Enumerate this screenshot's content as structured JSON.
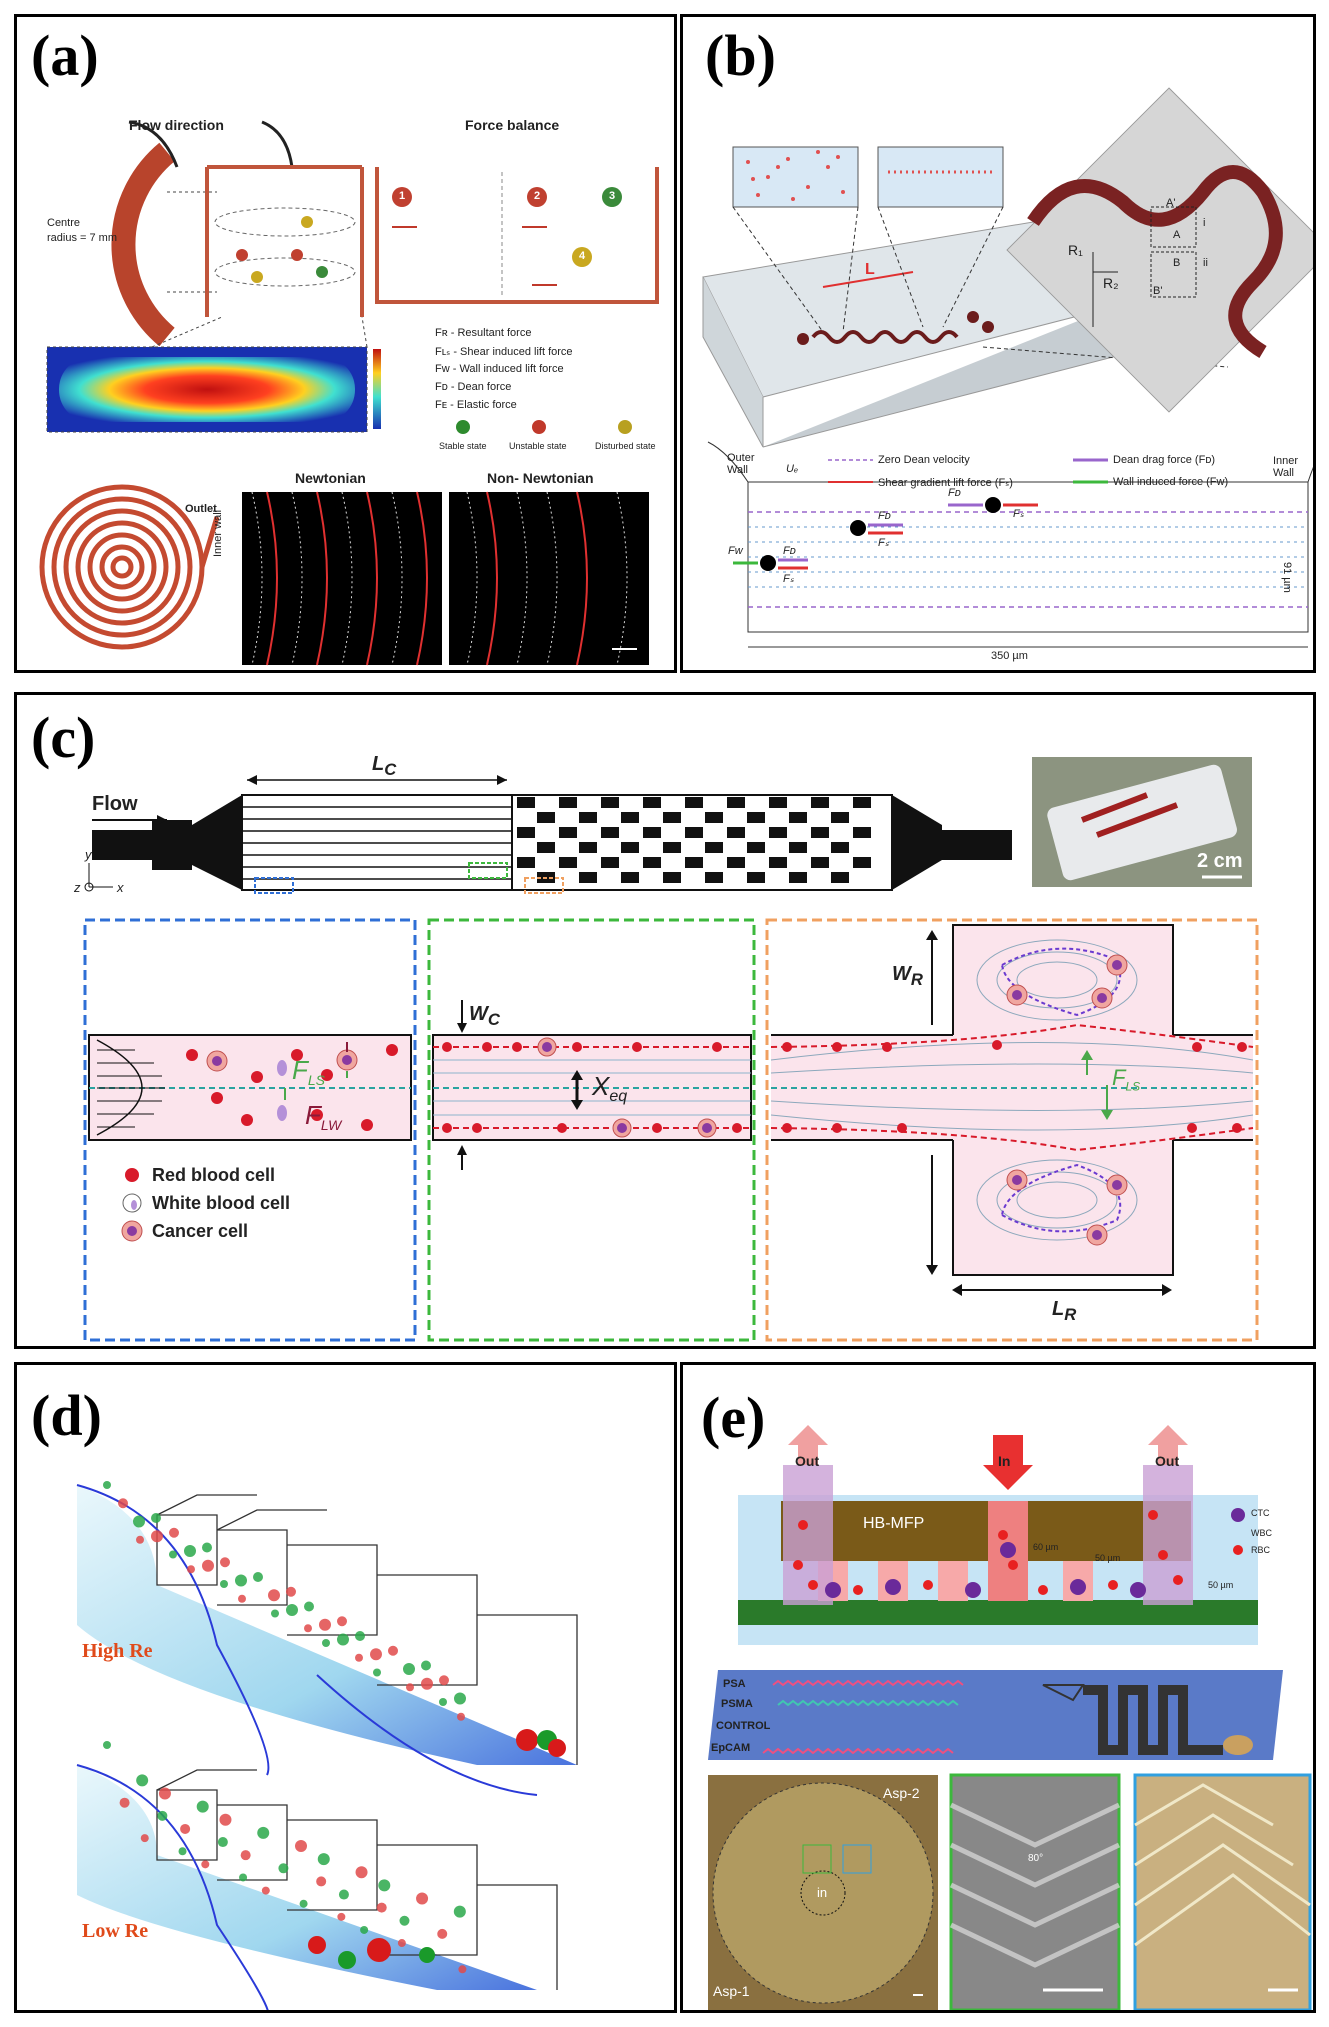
{
  "panels": {
    "a": {
      "label": "(a)",
      "flow_direction": "Flow direction",
      "force_balance": "Force balance",
      "centre_label": "Centre",
      "radius_label": "radius = 7 mm",
      "legend": [
        "Fʀ - Resultant force",
        "Fʟₛ - Shear induced lift force",
        "Fᴡ - Wall induced lift force",
        "Fᴅ - Dean force",
        "Fᴇ - Elastic force"
      ],
      "states": [
        "Stable state",
        "Unstable state",
        "Disturbed state"
      ],
      "state_colors": [
        "#2e8b2e",
        "#c0392b",
        "#b8a020"
      ],
      "outlet": "Outlet",
      "newtonian": "Newtonian",
      "non_newtonian": "Non- Newtonian",
      "inner_wall": "Inner wall",
      "ball_numbers": [
        "1",
        "2",
        "3",
        "4"
      ]
    },
    "b": {
      "label": "(b)",
      "L": "L",
      "R1": "R₁",
      "R2": "R₂",
      "A": "A",
      "A_prime": "A'",
      "B": "B",
      "B_prime": "B'",
      "i": "i",
      "ii": "ii",
      "outer_wall": "Outer Wall",
      "inner_wall": "Inner Wall",
      "uf": "Uₑ",
      "legend": [
        "Zero Dean velocity",
        "Dean drag force (Fᴅ)",
        "Shear gradient lift force (Fₛ)",
        "Wall induced force (Fᴡ)"
      ],
      "width_label": "350 µm",
      "height_label": "91 µm",
      "force_labels": [
        "Fᴅ",
        "Fₛ",
        "Fᴅ",
        "Fₛ",
        "Fᴡ",
        "Fᴅ",
        "Fₛ"
      ]
    },
    "c": {
      "label": "(c)",
      "flow": "Flow",
      "Lc": "L",
      "Lc_sub": "C",
      "scale": "2 cm",
      "Wc": "W",
      "Wc_sub": "C",
      "Xeq": "X",
      "Xeq_sub": "eq",
      "WR": "W",
      "WR_sub": "R",
      "LR": "L",
      "LR_sub": "R",
      "FLS": "F",
      "FLS_sub": "LS",
      "FLW": "F",
      "FLW_sub": "LW",
      "FLS2": "F",
      "FLS2_sub": "LS",
      "legend": [
        "Red blood cell",
        "White blood cell",
        "Cancer cell"
      ],
      "axis_x": "x",
      "axis_y": "y",
      "axis_z": "z",
      "box_colors": [
        "#2f6fd6",
        "#3cb83c",
        "#f0a060"
      ]
    },
    "d": {
      "label": "(d)",
      "high_re": "High Re",
      "low_re": "Low Re"
    },
    "e": {
      "label": "(e)",
      "out_left": "Out",
      "in": "In",
      "out_right": "Out",
      "hb_mfp": "HB-MFP",
      "dim_60": "60 µm",
      "dim_50a": "50 µm",
      "dim_50b": "50 µm",
      "legend": [
        "CTC",
        "WBC",
        "RBC"
      ],
      "strips": [
        "PSA",
        "PSMA",
        "CONTROL",
        "EpCAM"
      ],
      "asp2": "Asp-2",
      "asp1": "Asp-1",
      "in_small": "in",
      "angle": "80°"
    }
  }
}
